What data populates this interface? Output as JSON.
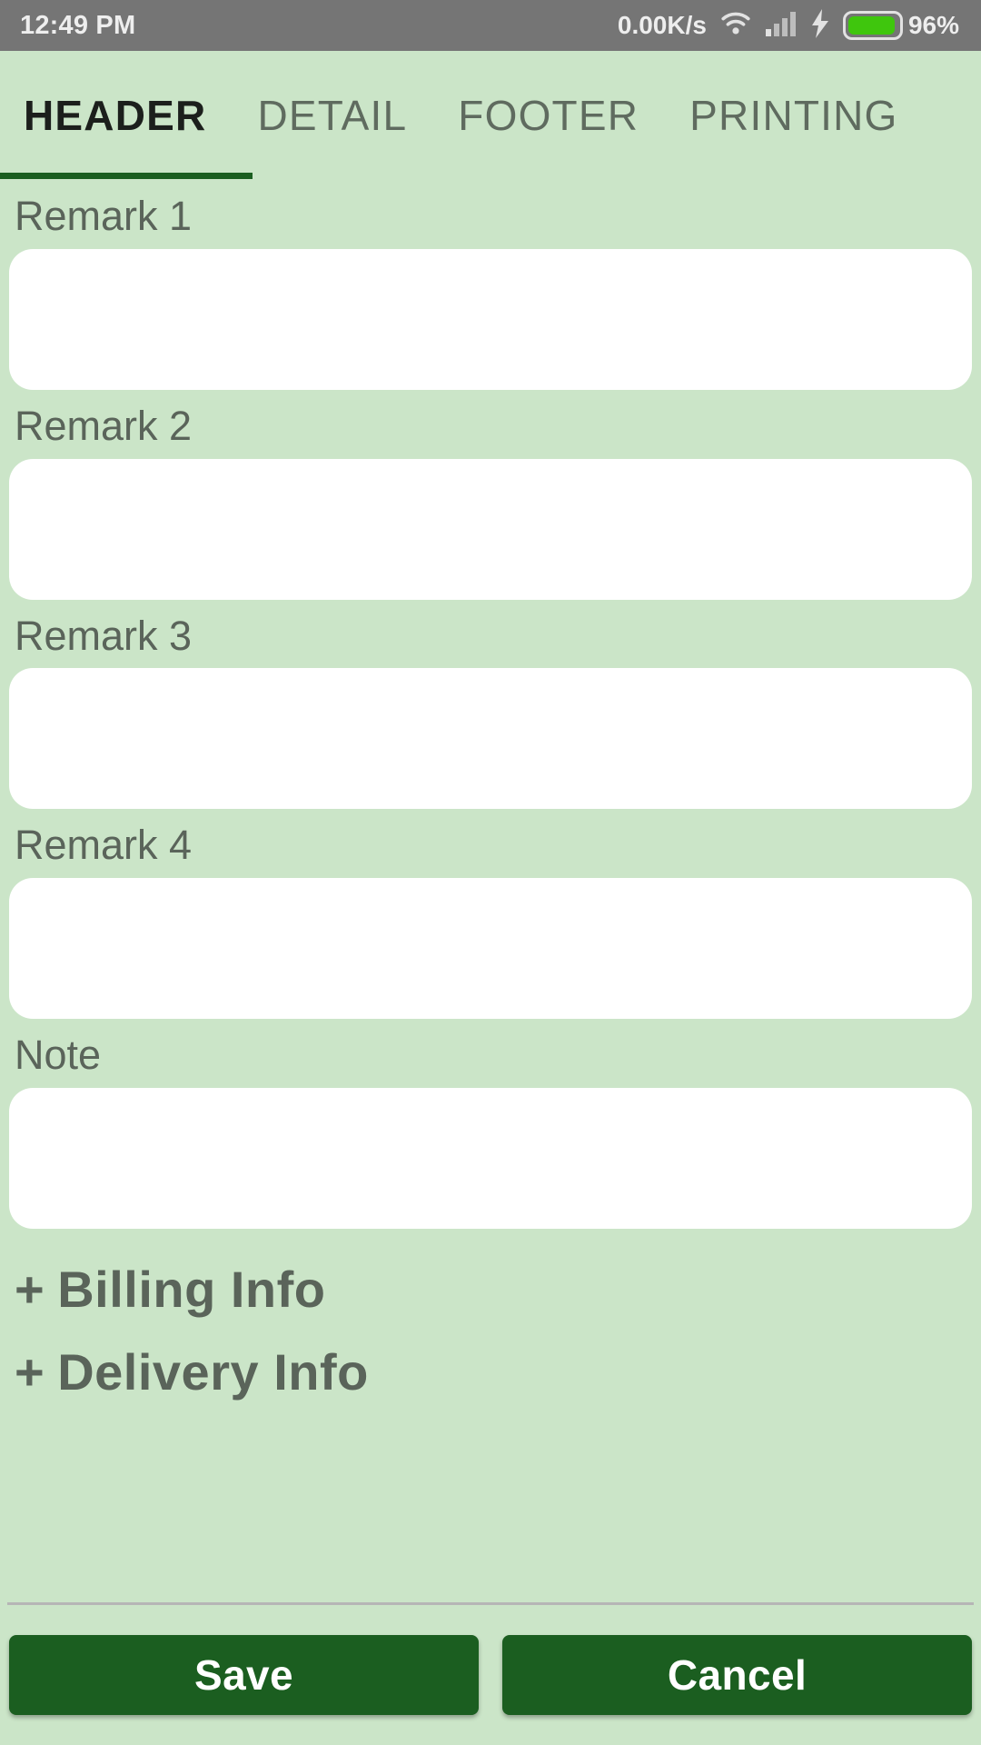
{
  "status_bar": {
    "time": "12:49 PM",
    "network_speed": "0.00K/s",
    "wifi_icon": "wifi-icon",
    "signal_icon": "cellular-signal-icon",
    "charging_icon": "charging-bolt-icon",
    "battery_icon": "battery-icon",
    "battery_percent": "96%",
    "background_color": "#757575",
    "battery_fill_color": "#3fc60d"
  },
  "tabs": {
    "active_index": 0,
    "items": [
      {
        "label": "HEADER"
      },
      {
        "label": "DETAIL"
      },
      {
        "label": "FOOTER"
      },
      {
        "label": "PRINTING"
      }
    ],
    "indicator_color": "#1b5e20"
  },
  "form": {
    "fields": [
      {
        "label": "Remark 1",
        "value": "",
        "placeholder": ""
      },
      {
        "label": "Remark 2",
        "value": "",
        "placeholder": ""
      },
      {
        "label": "Remark 3",
        "value": "",
        "placeholder": ""
      },
      {
        "label": "Remark 4",
        "value": "",
        "placeholder": ""
      },
      {
        "label": "Note",
        "value": "",
        "placeholder": ""
      }
    ],
    "expanders": [
      {
        "plus": "+",
        "label": "Billing Info"
      },
      {
        "plus": "+",
        "label": "Delivery Info"
      }
    ]
  },
  "footer": {
    "save_label": "Save",
    "cancel_label": "Cancel",
    "button_color": "#1b5e20"
  },
  "theme": {
    "page_background": "#cbe5c8",
    "label_color": "#5a645a",
    "accent_green": "#1b5e20"
  }
}
